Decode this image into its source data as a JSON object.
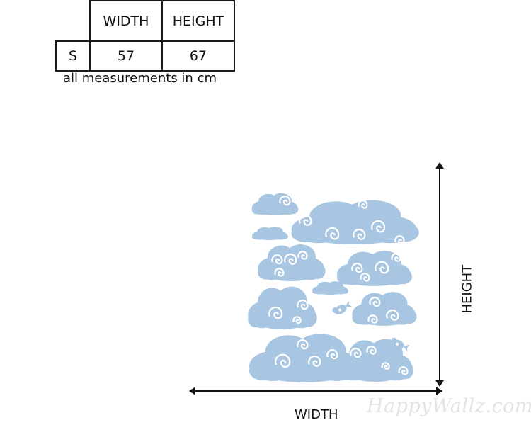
{
  "size_table": {
    "headers": [
      "",
      "WIDTH",
      "HEIGHT"
    ],
    "rows": [
      [
        "S",
        "57",
        "67"
      ]
    ],
    "note": "all measurements in cm"
  },
  "dimension_labels": {
    "width": "WIDTH",
    "height": "HEIGHT"
  },
  "watermark": "HappyWallz.com",
  "colors": {
    "cloud": "#a8c6e2",
    "line": "#111111",
    "watermark": "#e4e4e4"
  }
}
